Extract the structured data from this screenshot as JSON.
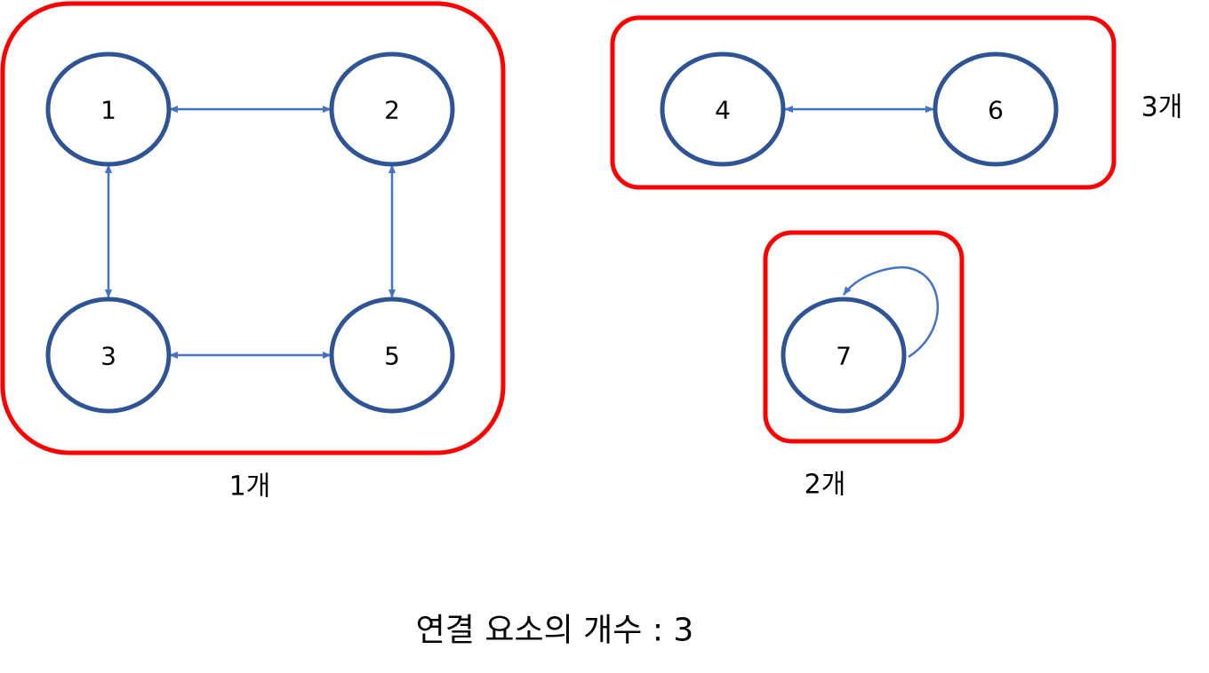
{
  "groups": [
    {
      "id": "component-1",
      "count_label": "1개"
    },
    {
      "id": "component-2",
      "count_label": "2개"
    },
    {
      "id": "component-3",
      "count_label": "3개"
    }
  ],
  "nodes": [
    {
      "id": "1",
      "label": "1"
    },
    {
      "id": "2",
      "label": "2"
    },
    {
      "id": "3",
      "label": "3"
    },
    {
      "id": "5",
      "label": "5"
    },
    {
      "id": "4",
      "label": "4"
    },
    {
      "id": "6",
      "label": "6"
    },
    {
      "id": "7",
      "label": "7"
    }
  ],
  "edges": [
    {
      "from": "1",
      "to": "2",
      "bidirectional": true
    },
    {
      "from": "1",
      "to": "3",
      "bidirectional": true
    },
    {
      "from": "2",
      "to": "5",
      "bidirectional": true
    },
    {
      "from": "3",
      "to": "5",
      "bidirectional": true
    },
    {
      "from": "4",
      "to": "6",
      "bidirectional": true
    },
    {
      "from": "7",
      "to": "7",
      "self_loop": true
    }
  ],
  "colors": {
    "group_border": "#ff0000",
    "node_border": "#2f5496",
    "edge": "#4472c4"
  },
  "caption": "연결 요소의 개수 : 3"
}
